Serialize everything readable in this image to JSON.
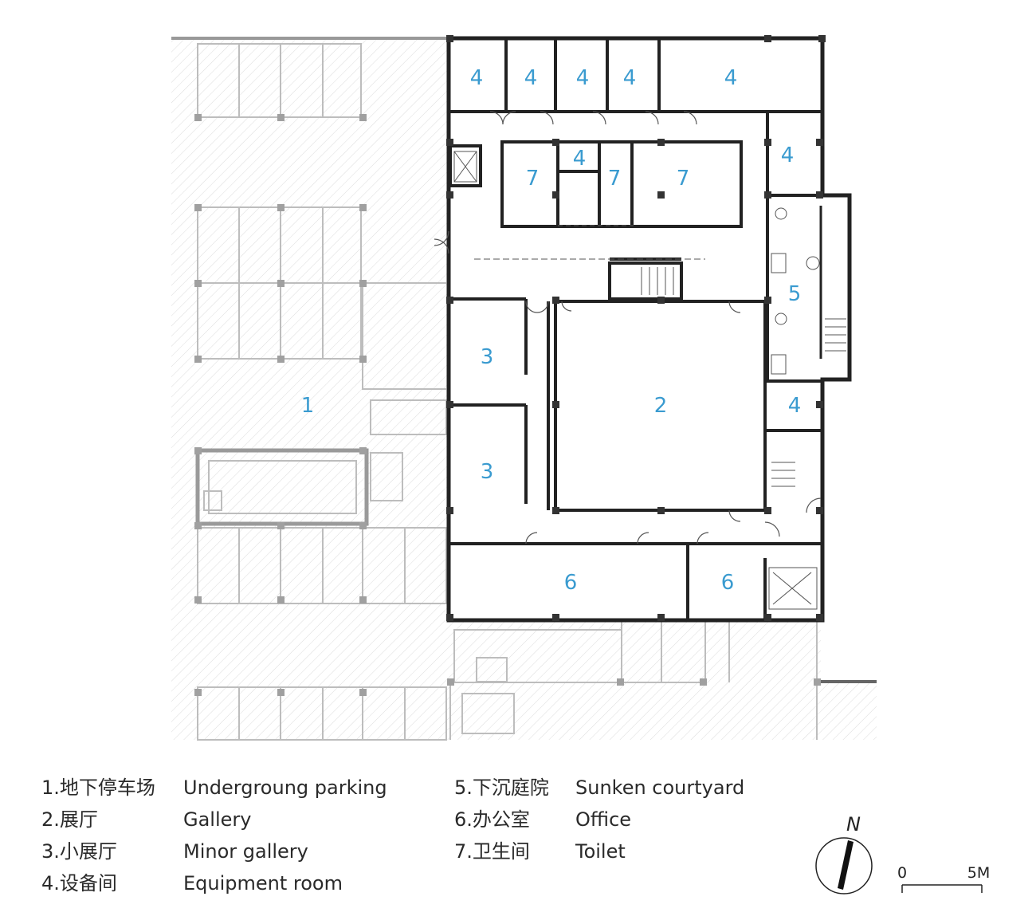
{
  "rooms": [
    {
      "id": "r1",
      "label": "1"
    },
    {
      "id": "r2",
      "label": "2"
    },
    {
      "id": "r3a",
      "label": "3"
    },
    {
      "id": "r3b",
      "label": "3"
    },
    {
      "id": "r4a",
      "label": "4"
    },
    {
      "id": "r4b",
      "label": "4"
    },
    {
      "id": "r4c",
      "label": "4"
    },
    {
      "id": "r4d",
      "label": "4"
    },
    {
      "id": "r4e",
      "label": "4"
    },
    {
      "id": "r4f",
      "label": "4"
    },
    {
      "id": "r4g",
      "label": "4"
    },
    {
      "id": "r4h",
      "label": "4"
    },
    {
      "id": "r5",
      "label": "5"
    },
    {
      "id": "r6a",
      "label": "6"
    },
    {
      "id": "r6b",
      "label": "6"
    },
    {
      "id": "r7a",
      "label": "7"
    },
    {
      "id": "r7b",
      "label": "7"
    },
    {
      "id": "r7c",
      "label": "7"
    }
  ],
  "legend": {
    "left": [
      {
        "num": "1.地下停车场",
        "en": "Undergroung parking"
      },
      {
        "num": "2.展厅",
        "en": "Gallery"
      },
      {
        "num": "3.小展厅",
        "en": "Minor gallery"
      },
      {
        "num": "4.设备间",
        "en": "Equipment room"
      }
    ],
    "right": [
      {
        "num": "5.下沉庭院",
        "en": "Sunken courtyard"
      },
      {
        "num": "6.办公室",
        "en": "Office"
      },
      {
        "num": "7.卫生间",
        "en": "Toilet"
      }
    ]
  },
  "north": {
    "letter": "N",
    "icon": "north-arrow-icon"
  },
  "scale": {
    "start": "0",
    "end": "5M"
  },
  "colors": {
    "label": "#3a9bd0",
    "wall": "#222222",
    "hatch": "#d9d9d9",
    "column": "#9a9a9a"
  }
}
